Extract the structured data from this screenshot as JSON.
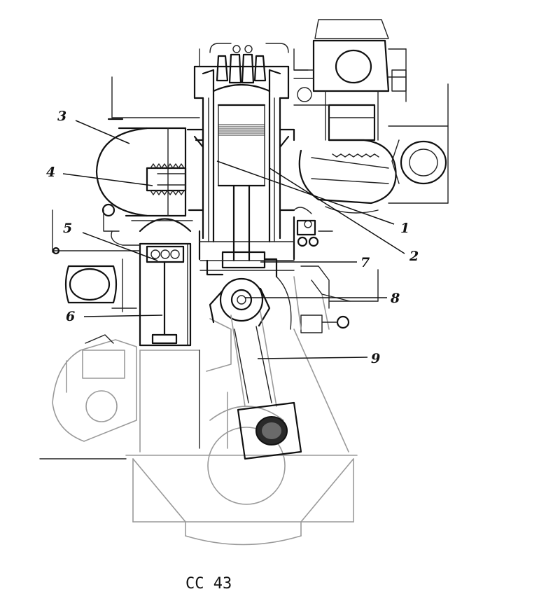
{
  "figure": {
    "caption": "CC 43",
    "callouts": [
      {
        "label": "1"
      },
      {
        "label": "2"
      },
      {
        "label": "3"
      },
      {
        "label": "4"
      },
      {
        "label": "5"
      },
      {
        "label": "6"
      },
      {
        "label": "7"
      },
      {
        "label": "8"
      },
      {
        "label": "9"
      }
    ]
  }
}
